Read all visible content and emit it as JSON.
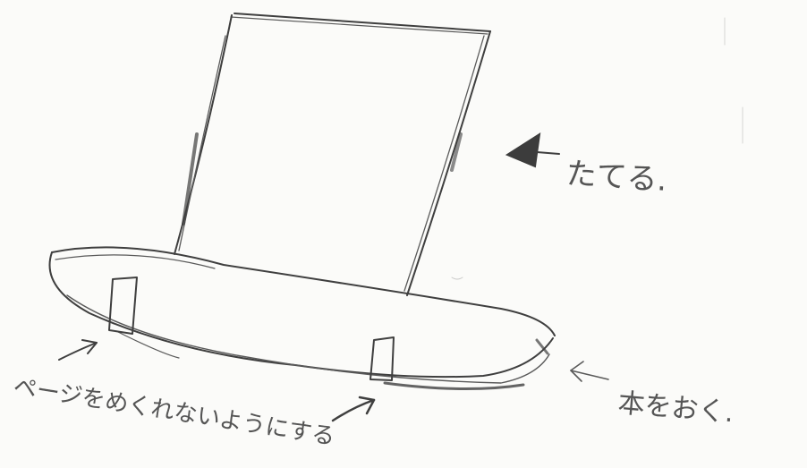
{
  "annotations": {
    "stand": "たてる.",
    "place_book": "本をおく.",
    "no_page_turn": "ページをめくれないようにする"
  }
}
